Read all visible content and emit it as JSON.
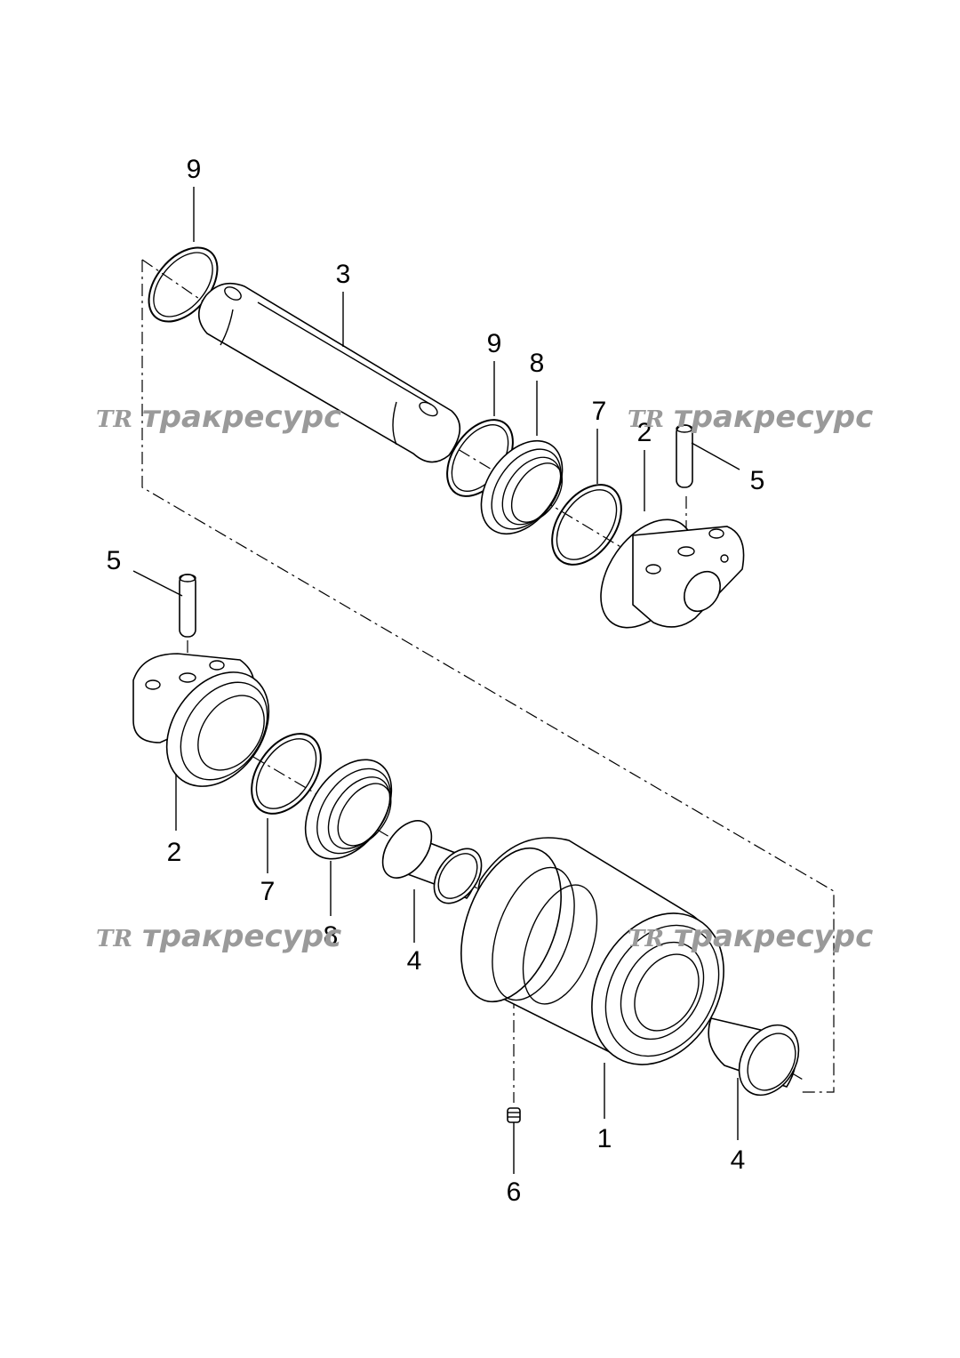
{
  "labels": {
    "l9_top": "9",
    "l3": "3",
    "l9_mid": "9",
    "l8_top": "8",
    "l7_top": "7",
    "l2_top": "2",
    "l5_top": "5",
    "l5_left": "5",
    "l2_bottom": "2",
    "l7_bottom": "7",
    "l8_bottom": "8",
    "l4_left": "4",
    "l1": "1",
    "l4_right": "4",
    "l6": "6"
  },
  "watermark": {
    "logo": "TR",
    "text": "тракресурс"
  },
  "colors": {
    "line": "#000000",
    "watermark": "#9a9a9a",
    "background": "#ffffff"
  }
}
